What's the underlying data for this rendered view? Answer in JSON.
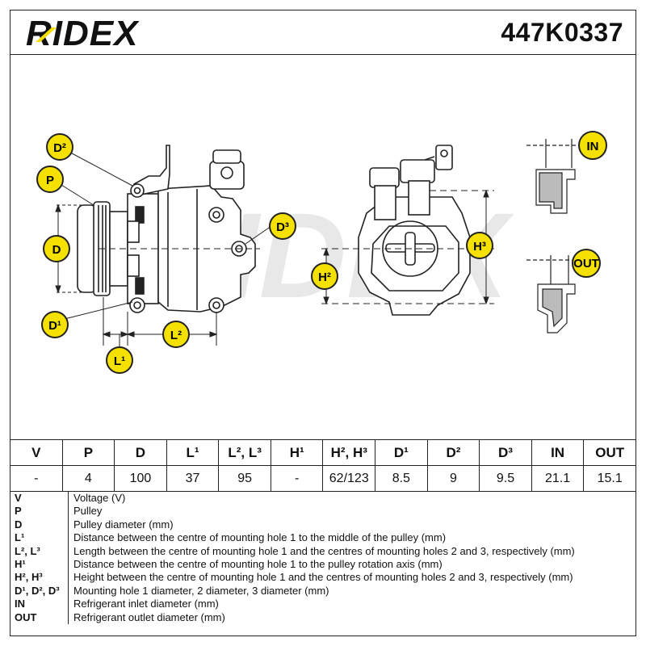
{
  "header": {
    "brand": "RIDEX",
    "part_number": "447K0337"
  },
  "drawing": {
    "watermark": "RIDEX",
    "callouts": {
      "d2": "D²",
      "p": "P",
      "d": "D",
      "d1": "D¹",
      "d3": "D³",
      "l1": "L¹",
      "l2": "L²",
      "h2": "H²",
      "h3": "H³",
      "in": "IN",
      "out": "OUT"
    },
    "colors": {
      "badge_fill": "#f5e100",
      "line": "#222222",
      "watermark": "#e8e8e8"
    }
  },
  "spec_table": {
    "headers": [
      "V",
      "P",
      "D",
      "L¹",
      "L², L³",
      "H¹",
      "H², H³",
      "D¹",
      "D²",
      "D³",
      "IN",
      "OUT"
    ],
    "values": [
      "-",
      "4",
      "100",
      "37",
      "95",
      "-",
      "62/123",
      "8.5",
      "9",
      "9.5",
      "21.1",
      "15.1"
    ]
  },
  "legend": [
    {
      "symbol": "V",
      "description": "Voltage (V)"
    },
    {
      "symbol": "P",
      "description": "Pulley"
    },
    {
      "symbol": "D",
      "description": "Pulley diameter (mm)"
    },
    {
      "symbol": "L¹",
      "description": "Distance between the centre of mounting hole 1 to the middle of the pulley (mm)"
    },
    {
      "symbol": "L², L³",
      "description": "Length between the centre of mounting hole 1 and the centres of mounting holes 2 and 3, respectively (mm)"
    },
    {
      "symbol": "H¹",
      "description": "Distance between the centre of mounting hole 1 to the pulley rotation axis (mm)"
    },
    {
      "symbol": "H², H³",
      "description": "Height between the centre of mounting hole 1 and the centres of mounting holes 2 and 3, respectively (mm)"
    },
    {
      "symbol": "D¹, D², D³",
      "description": "Mounting hole 1 diameter, 2 diameter, 3 diameter (mm)"
    },
    {
      "symbol": "IN",
      "description": "Refrigerant inlet diameter (mm)"
    },
    {
      "symbol": "OUT",
      "description": "Refrigerant outlet diameter (mm)"
    }
  ]
}
